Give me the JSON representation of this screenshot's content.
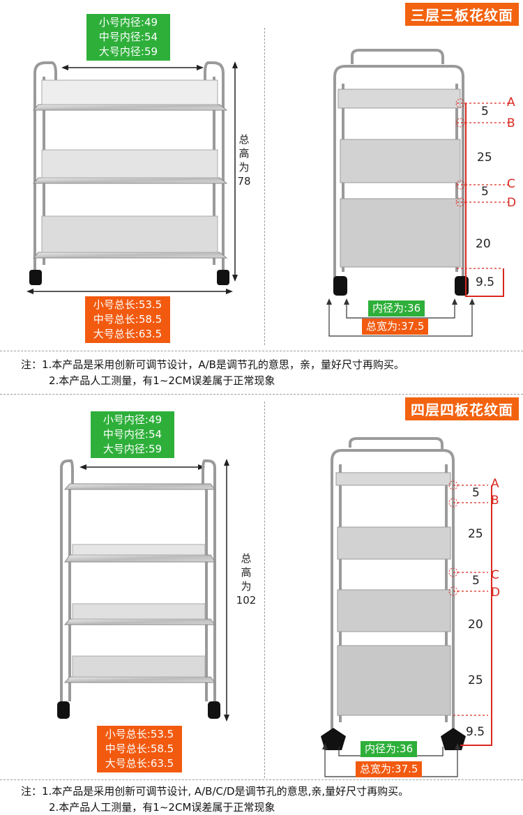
{
  "sections": [
    {
      "title": "三层三板花纹面",
      "inner_diameter_lines": [
        "小号内径:49",
        "中号内径:54",
        "大号内径:59"
      ],
      "total_height_label": [
        "总",
        "高",
        "为",
        "78"
      ],
      "total_length_lines": [
        "小号总长:53.5",
        "中号总长:58.5",
        "大号总长:63.5"
      ],
      "side_dims": [
        "5",
        "25",
        "5",
        "20",
        "9.5"
      ],
      "hole_letters": [
        "A",
        "B",
        "C",
        "D"
      ],
      "inner_width": "内径为:36",
      "total_width": "总宽为:37.5",
      "note_1": "注：1.本产品是采用创新可调节设计，A/B是调节孔的意思，亲，量好尺寸再购买。",
      "note_2": "2.本产品人工测量，有1~2CM误差属于正常现象"
    },
    {
      "title": "四层四板花纹面",
      "inner_diameter_lines": [
        "小号内径:49",
        "中号内径:54",
        "大号内径:59"
      ],
      "total_height_label": [
        "总",
        "高",
        "为",
        "102"
      ],
      "total_length_lines": [
        "小号总长:53.5",
        "中号总长:58.5",
        "大号总长:63.5"
      ],
      "side_dims": [
        "5",
        "25",
        "5",
        "20",
        "25",
        "9.5"
      ],
      "hole_letters": [
        "A",
        "B",
        "C",
        "D"
      ],
      "inner_width": "内径为:36",
      "total_width": "总宽为:37.5",
      "note_1": "注：1.本产品是采用创新可调节设计, A/B/C/D是调节孔的意思,亲,量好尺寸再购买。",
      "note_2": "2.本产品人工测量，有1~2CM误差属于正常现象"
    }
  ],
  "colors": {
    "accent_orange": "#f25a10",
    "accent_green": "#2eaf3a",
    "dimension_red": "#d9281f"
  }
}
